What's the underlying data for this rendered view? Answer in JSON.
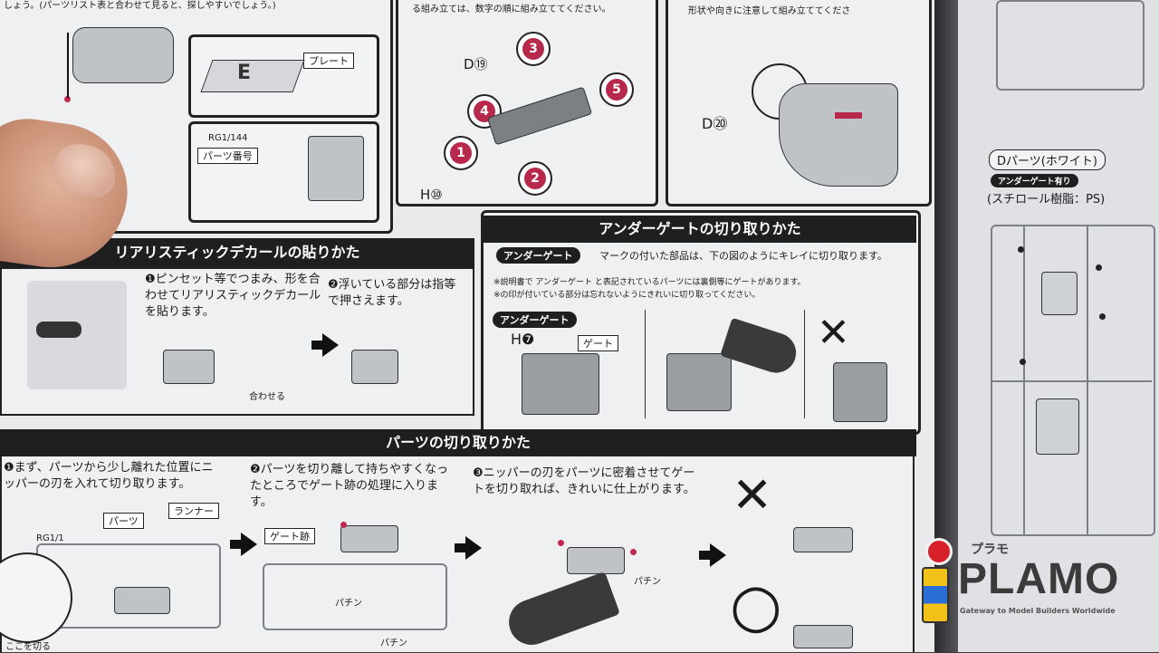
{
  "top": {
    "caption_1": "しょう。(パーツリスト表と合わせて見ると、探しやすいでしょう。)",
    "caption_2": "る組み立ては、数字の順に組み立ててください。",
    "caption_3": "形状や向きに注意して組み立ててくださ",
    "plate_label": "プレート",
    "part_no_label": "パーツ番号",
    "code_1": "RG1/144",
    "label_d19": "D⑲",
    "label_h10": "H⑩",
    "label_d20": "D⑳",
    "steps": [
      "3",
      "4",
      "5",
      "1",
      "2"
    ]
  },
  "decal": {
    "title": "リアリスティックデカールの貼りかた",
    "step1": "❶ピンセット等でつまみ、形を合わせてリアリスティックデカールを貼ります。",
    "step2": "❷浮いている部分は指等で押さえます。",
    "align_label": "合わせる"
  },
  "undergate": {
    "title": "アンダーゲートの切り取りかた",
    "tag": "アンダーゲート",
    "line1": "マークの付いた部品は、下の図のようにキレイに切り取ります。",
    "note1": "※説明書で アンダーゲート と表記されているパーツには裏側等にゲートがあります。",
    "note2": "※の印が付いている部分は忘れないようにきれいに切り取ってください。",
    "tag2": "アンダーゲート",
    "part_h7": "H❼",
    "gate_label": "ゲート",
    "x_mark": "✕"
  },
  "cutting": {
    "title": "パーツの切り取りかた",
    "step1": "❶まず、パーツから少し離れた位置にニッパーの刃を入れて切り取ります。",
    "step2": "❷パーツを切り離して持ちやすくなったところでゲート跡の処理に入ります。",
    "step3": "❸ニッパーの刃をパーツに密着させてゲートを切り取れば、きれいに仕上がります。",
    "parts_label": "パーツ",
    "runner_label": "ランナー",
    "gate_mark_label": "ゲート跡",
    "snap_1": "パチン",
    "snap_2": "パチン",
    "snap_3": "パチン",
    "cut_here": "ここを切る",
    "code_2": "RG1/1",
    "x_mark": "✕",
    "o_mark": "○"
  },
  "runner_sheet": {
    "title": "Dパーツ(ホワイト)",
    "tag": "アンダーゲート有り",
    "material": "(スチロール樹脂：PS)"
  },
  "logo": {
    "kana": "プラモ",
    "name": "PLAMO",
    "tagline": "Gateway to Model Builders Worldwide"
  },
  "colors": {
    "accent_red": "#b8284a",
    "logo_red": "#d8202a",
    "logo_blue": "#2a6fd6",
    "logo_yellow": "#f2c21b"
  }
}
